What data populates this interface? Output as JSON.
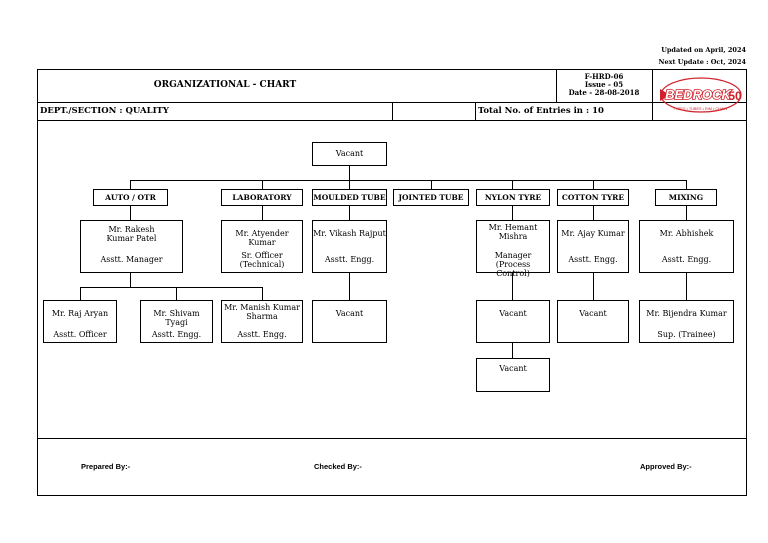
{
  "header": {
    "updated_on": "Updated on April, 2024",
    "next_update": "Next Update : Oct, 2024",
    "title": "ORGANIZATIONAL - CHART",
    "form_code": "F-HRD-06",
    "issue": "Issue - 05",
    "date": "Date - 28-08-2018",
    "dept_section": "DEPT./SECTION : QUALITY",
    "total_entries_label": "Total No. of Entries in :",
    "total_entries_value": "10",
    "logo_text": "BEDROCK",
    "logo_tagline": "TYRES • TUBES • RIM • CHAIN",
    "logo_badge": "50"
  },
  "colors": {
    "logo_red": "#d0202a",
    "line": "#000000"
  },
  "top": {
    "name": "Vacant"
  },
  "sections": [
    "AUTO / OTR",
    "LABORATORY",
    "MOULDED TUBE",
    "JOINTED TUBE",
    "NYLON TYRE",
    "COTTON TYRE",
    "MIXING"
  ],
  "people": {
    "rakesh": {
      "name": "Mr. Rakesh Kumar Patel",
      "desig": "Asstt. Manager"
    },
    "atyender": {
      "name": "Mr. Atyender Kumar",
      "desig": "Sr. Officer (Technical)"
    },
    "vikash": {
      "name": "Mr. Vikash Rajput",
      "desig": "Asstt. Engg."
    },
    "hemant": {
      "name": "Mr. Hemant Mishra",
      "desig": "Manager (Process Control)"
    },
    "ajay": {
      "name": "Mr. Ajay Kumar",
      "desig": "Asstt. Engg."
    },
    "abhishek": {
      "name": "Mr. Abhishek",
      "desig": "Asstt. Engg."
    },
    "raj": {
      "name": "Mr. Raj Aryan",
      "desig": "Asstt. Officer"
    },
    "shivam": {
      "name": "Mr. Shivam Tyagi",
      "desig": "Asstt. Engg."
    },
    "manish": {
      "name": "Mr. Manish Kumar Sharma",
      "desig": "Asstt. Engg."
    },
    "moulded_vacant": {
      "name": "Vacant"
    },
    "nylon_vacant1": {
      "name": "Vacant"
    },
    "cotton_vacant": {
      "name": "Vacant"
    },
    "bijendra": {
      "name": "Mr. Bijendra Kumar",
      "desig": "Sup. (Trainee)"
    },
    "nylon_vacant2": {
      "name": "Vacant"
    }
  },
  "footer": {
    "prepared_by": "Prepared By:-",
    "checked_by": "Checked By:-",
    "approved_by": "Approved By:-"
  }
}
